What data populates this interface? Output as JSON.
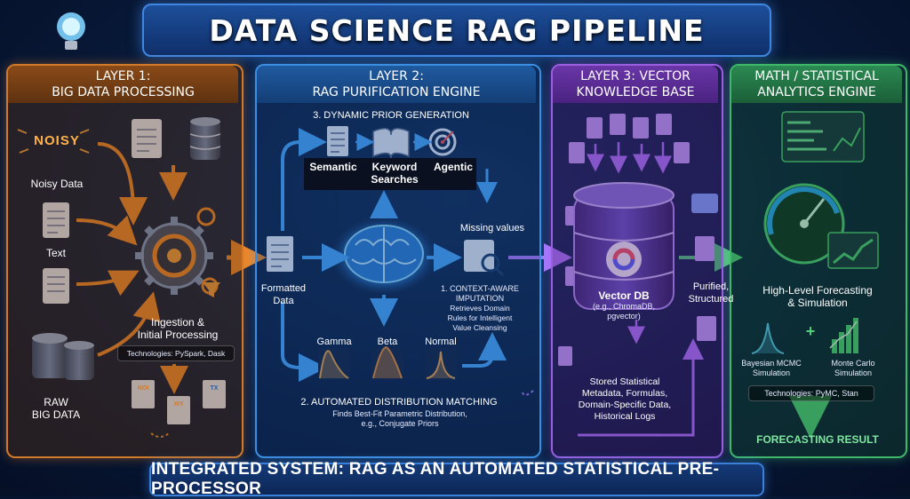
{
  "title": "DATA SCIENCE RAG PIPELINE",
  "layer1": {
    "header_line1": "LAYER 1:",
    "header_line2": "BIG DATA PROCESSING",
    "noisy_badge": "NOISY",
    "noisy_label": "Noisy Data",
    "text_label": "Text",
    "raw_line1": "RAW",
    "raw_line2": "BIG DATA",
    "ingestion_line1": "Ingestion &",
    "ingestion_line2": "Initial Processing",
    "tech": "Technologies: PySpark, Dask",
    "doc_tags": [
      "NOI",
      "XIY",
      "TX"
    ]
  },
  "layer2": {
    "header_line1": "LAYER 2:",
    "header_line2": "RAG PURIFICATION ENGINE",
    "prior_title": "3. DYNAMIC PRIOR GENERATION",
    "semantic": "Semantic",
    "keyword_line1": "Keyword",
    "keyword_line2": "Searches",
    "agentic": "Agentic",
    "missing": "Missing values",
    "formatted_line1": "Formatted",
    "formatted_line2": "Data",
    "imputation_title_line1": "1. CONTEXT-AWARE",
    "imputation_title_line2": "IMPUTATION",
    "imputation_desc_line1": "Retrieves Domain",
    "imputation_desc_line2": "Rules for Intelligent",
    "imputation_desc_line3": "Value Cleansing",
    "dist_gamma": "Gamma",
    "dist_beta": "Beta",
    "dist_normal": "Normal",
    "matching_title": "2. AUTOMATED DISTRIBUTION MATCHING",
    "matching_desc_line1": "Finds Best-Fit Parametric Distribution,",
    "matching_desc_line2": "e.g., Conjugate Priors"
  },
  "layer3": {
    "header_line1": "LAYER 3: VECTOR",
    "header_line2": "KNOWLEDGE BASE",
    "db_title": "Vector DB",
    "db_sub_line1": "(e.g., ChromaDB,",
    "db_sub_line2": "pgvector)",
    "purified_line1": "Purified,",
    "purified_line2": "Structured",
    "stored_line1": "Stored Statistical",
    "stored_line2": "Metadata, Formulas,",
    "stored_line3": "Domain-Specific Data,",
    "stored_line4": "Historical Logs"
  },
  "layer4": {
    "header_line1": "MATH / STATISTICAL",
    "header_line2": "ANALYTICS ENGINE",
    "forecast_line1": "High-Level Forecasting",
    "forecast_line2": "& Simulation",
    "bayes_line1": "Bayesian MCMC",
    "bayes_line2": "Simulation",
    "monte_line1": "Monte Carlo",
    "monte_line2": "Simulation",
    "plus": "+",
    "tech": "Technologies: PyMC, Stan",
    "result": "FORECASTING RESULT"
  },
  "footer": "INTEGRATED SYSTEM: RAG AS AN AUTOMATED STATISTICAL PRE-PROCESSOR",
  "colors": {
    "layer1": "#d07a2a",
    "layer2": "#3c8ee0",
    "layer3": "#9a5ee0",
    "layer4": "#3fb86a"
  }
}
